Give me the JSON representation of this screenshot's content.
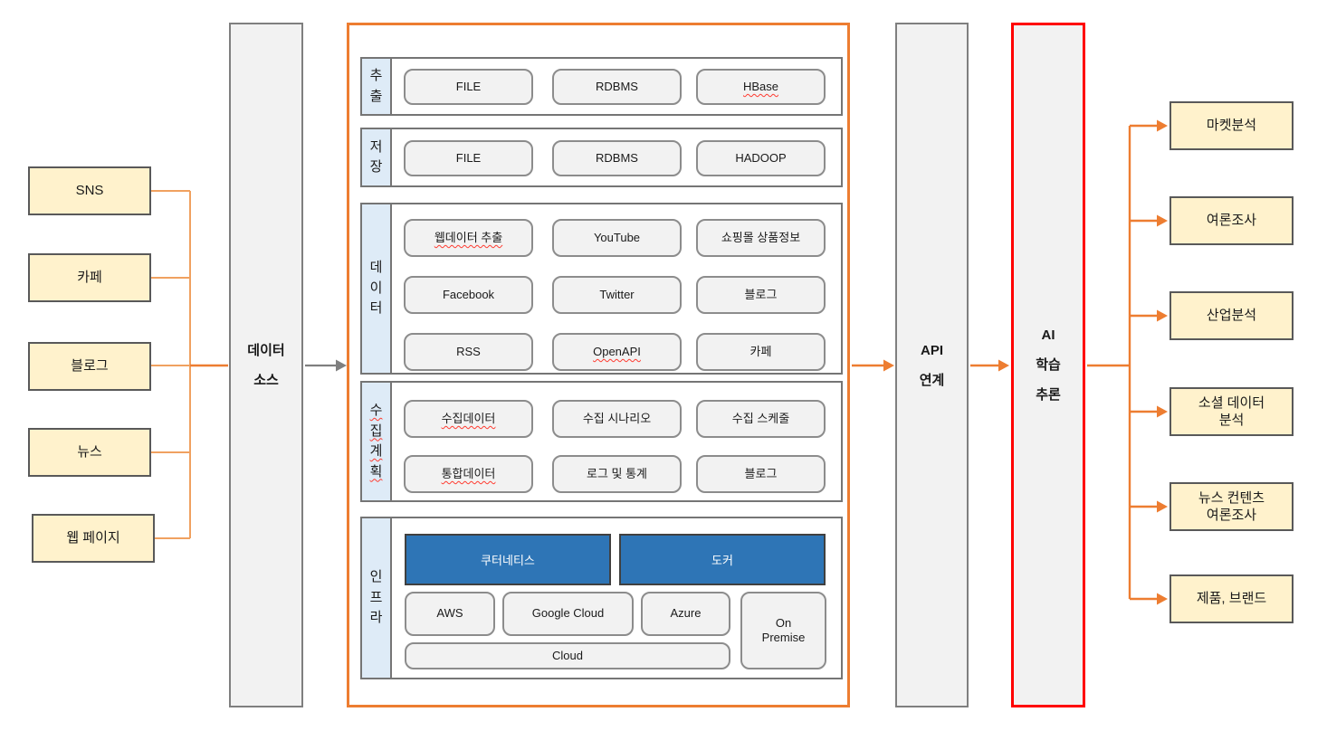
{
  "palette": {
    "accent_orange": "#ED7D31",
    "connector_orange_light": "#F0A160",
    "arrow_gray": "#7F7F7F",
    "source_box_fill": "#FFF2CC",
    "source_box_border": "#595959",
    "column_fill": "#F2F2F2",
    "column_border": "#7F7F7F",
    "row_label_fill": "#DEEBF7",
    "cell_fill": "#F2F2F2",
    "cell_border": "#8C8C8C",
    "platform_blue": "#2E75B6",
    "ai_border_red": "#FF0000"
  },
  "sources": {
    "items": [
      {
        "label": "SNS"
      },
      {
        "label": "카페"
      },
      {
        "label": "블로그"
      },
      {
        "label": "뉴스"
      },
      {
        "label": "웹 페이지"
      }
    ]
  },
  "data_source_column": {
    "label": "데이터\n소스"
  },
  "pipeline": {
    "rows": [
      {
        "label": "추출",
        "cells": [
          "FILE",
          "RDBMS",
          "HBase"
        ]
      },
      {
        "label": "저장",
        "cells": [
          "FILE",
          "RDBMS",
          "HADOOP"
        ]
      },
      {
        "label": "데이터",
        "cells": [
          "웹데이터 추출",
          "YouTube",
          "쇼핑몰 상품정보",
          "Facebook",
          "Twitter",
          "블로그",
          "RSS",
          "OpenAPI",
          "카페"
        ]
      },
      {
        "label": "수집계획",
        "cells": [
          "수집데이터",
          "수집 시나리오",
          "수집 스케줄",
          "통합데이터",
          "로그 및 통계",
          "블로그"
        ]
      },
      {
        "label": "인프라",
        "platforms": [
          "쿠터네티스",
          "도커"
        ],
        "clouds": [
          "AWS",
          "Google Cloud",
          "Azure"
        ],
        "tall_cell": "On\nPremise",
        "wide_cell": "Cloud"
      }
    ]
  },
  "api_column": {
    "label": "API\n연계"
  },
  "ai_box": {
    "label": "AI\n학습\n추론"
  },
  "outputs": {
    "items": [
      {
        "label": "마켓분석"
      },
      {
        "label": "여론조사"
      },
      {
        "label": "산업분석"
      },
      {
        "label": "소셜 데이터\n분석"
      },
      {
        "label": "뉴스 컨텐츠\n여론조사"
      },
      {
        "label": "제품, 브랜드"
      }
    ]
  }
}
